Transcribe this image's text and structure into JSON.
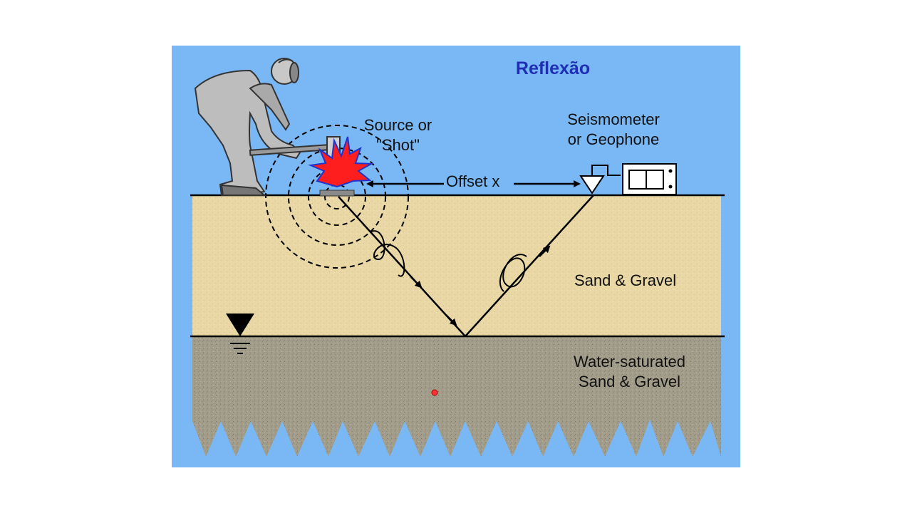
{
  "title": "Reflexão",
  "labels": {
    "source_line1": "Source or",
    "source_line2": "\"Shot\"",
    "seismometer_line1": "Seismometer",
    "seismometer_line2": "or Geophone",
    "offset": "Offset x",
    "sand_gravel": "Sand & Gravel",
    "water_line1": "Water-saturated",
    "water_line2": "Sand & Gravel"
  },
  "colors": {
    "background": "#79b8f4",
    "title": "#1f2fb5",
    "sand": "#e9d8a6",
    "saturated": "#a09a8a",
    "explosion": "#ff1e1e",
    "explosion_outline": "#2233cc"
  },
  "icons": {
    "worker": "worker-with-sledgehammer-icon",
    "explosion": "explosion-icon",
    "geophone": "geophone-triangle-icon",
    "recorder": "seismograph-recorder-icon",
    "water_table": "water-table-triangle-icon"
  }
}
